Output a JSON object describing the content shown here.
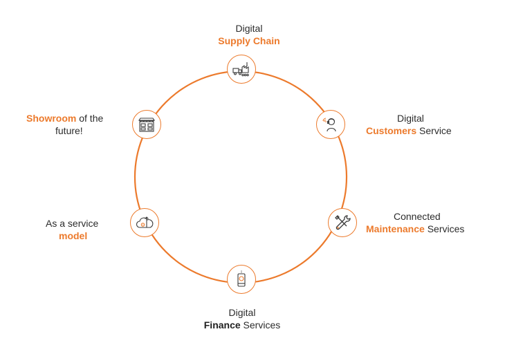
{
  "colors": {
    "accent": "#ec7a2c",
    "text": "#2b2b2b",
    "icon": "#3a3a3a"
  },
  "nodes": [
    {
      "icon": "factory-truck-icon",
      "line1": "Digital",
      "line2_highlight": "Supply Chain",
      "line2_rest": ""
    },
    {
      "icon": "customer-support-icon",
      "line1": "Digital",
      "line2_highlight": "Customers",
      "line2_rest": " Service"
    },
    {
      "icon": "tools-icon",
      "line1": "Connected",
      "line2_highlight": "Maintenance",
      "line2_rest": " Services"
    },
    {
      "icon": "mobile-finance-icon",
      "line1": "Digital",
      "line2_highlight": "Finance",
      "line2_rest": " Services"
    },
    {
      "icon": "cloud-gear-icon",
      "line1": "As a service",
      "line2_highlight": "model",
      "line2_rest": ""
    },
    {
      "icon": "showroom-icon",
      "line1_highlight": "Showroom",
      "line1_rest": " of the",
      "line2": "future!"
    }
  ]
}
